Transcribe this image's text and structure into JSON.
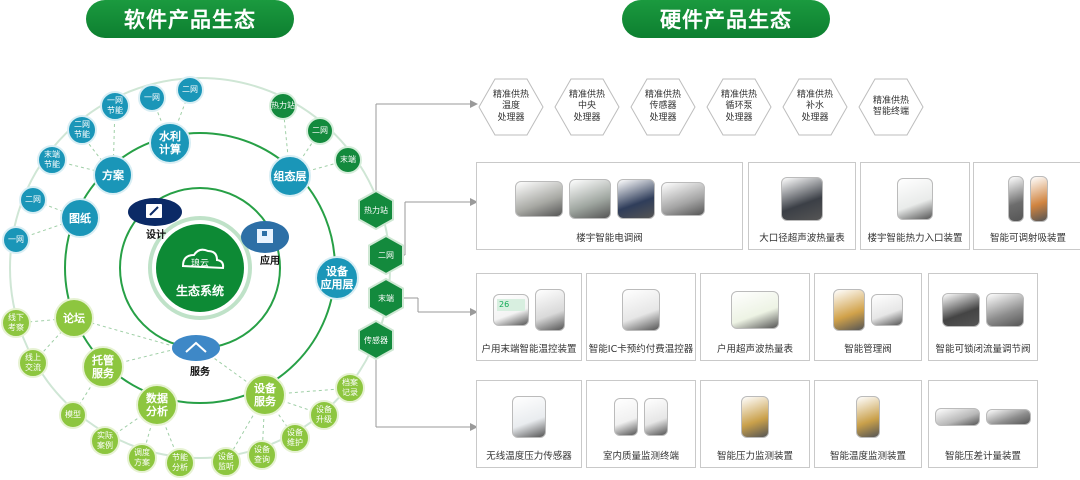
{
  "software_title": "软件产品生态",
  "hardware_title": "硬件产品生态",
  "center": {
    "logo_text": "琅云",
    "title": "生态系统"
  },
  "inner_nodes": {
    "design": "设计",
    "app": "应用",
    "service": "服务"
  },
  "blue_nodes": [
    {
      "id": "shuili",
      "label": "水利\n计算"
    },
    {
      "id": "fangan",
      "label": "方案"
    },
    {
      "id": "tuzhi",
      "label": "图纸"
    },
    {
      "id": "zutai",
      "label": "组态层"
    },
    {
      "id": "shebei-app",
      "label": "设备\n应用层"
    },
    {
      "id": "yiwang1",
      "label": "一网"
    },
    {
      "id": "erwang1",
      "label": "二网"
    },
    {
      "id": "erwang-jieneng",
      "label": "二网\n节能"
    },
    {
      "id": "yiwang-jieneng",
      "label": "一网\n节能"
    },
    {
      "id": "moduan-jieneng",
      "label": "末端\n节能"
    },
    {
      "id": "erwang2",
      "label": "二网"
    },
    {
      "id": "yiwang2",
      "label": "一网"
    }
  ],
  "dark_nodes": [
    {
      "id": "relizhan",
      "label": "热力站"
    },
    {
      "id": "erwang3",
      "label": "二网"
    },
    {
      "id": "moduan",
      "label": "末端"
    }
  ],
  "hexes": [
    {
      "id": "hex-relizhan",
      "label": "热力站"
    },
    {
      "id": "hex-erwang",
      "label": "二网"
    },
    {
      "id": "hex-moduan",
      "label": "末端"
    },
    {
      "id": "hex-chuanganqi",
      "label": "传感器"
    }
  ],
  "green_nodes": [
    {
      "id": "luntan",
      "label": "论坛"
    },
    {
      "id": "tuoguan",
      "label": "托管\n服务"
    },
    {
      "id": "shuju",
      "label": "数据\n分析"
    },
    {
      "id": "shebei-fuwu",
      "label": "设备\n服务"
    },
    {
      "id": "xianxia",
      "label": "线下\n考察"
    },
    {
      "id": "xianshang",
      "label": "线上\n交流"
    },
    {
      "id": "moxing",
      "label": "模型"
    },
    {
      "id": "shiji",
      "label": "实际\n案例"
    },
    {
      "id": "tiaodu",
      "label": "调度\n方案"
    },
    {
      "id": "jieneng",
      "label": "节能\n分析"
    },
    {
      "id": "jianting",
      "label": "设备\n监听"
    },
    {
      "id": "chaxun",
      "label": "设备\n查询"
    },
    {
      "id": "weihu",
      "label": "设备\n维护"
    },
    {
      "id": "shengji",
      "label": "设备\n升级"
    },
    {
      "id": "dangan",
      "label": "档案\n记录"
    }
  ],
  "processors": [
    "精准供热\n温度\n处理器",
    "精准供热\n中央\n处理器",
    "精准供热\n传感器\n处理器",
    "精准供热\n循环泵\n处理器",
    "精准供热\n补水\n处理器",
    "精准供热\n智能终端"
  ],
  "cards": [
    "楼宇智能电调阀",
    "大口径超声波热量表",
    "楼宇智能热力入口装置",
    "智能可调射吸装置",
    "户用末端智能温控装置",
    "智能IC卡预约付费温控器",
    "户用超声波热量表",
    "智能管理阀",
    "智能可锁闭流量调节阀",
    "无线温度压力传感器",
    "室内质量监测终端",
    "智能压力监测装置",
    "智能温度监测装置",
    "智能压差计量装置"
  ],
  "device_screen": {
    "reading": "26"
  },
  "colors": {
    "green_dark": "#0d7f30",
    "green_light": "#8dc63f",
    "blue": "#1a96b8",
    "dark_green_node": "#138a3d"
  }
}
